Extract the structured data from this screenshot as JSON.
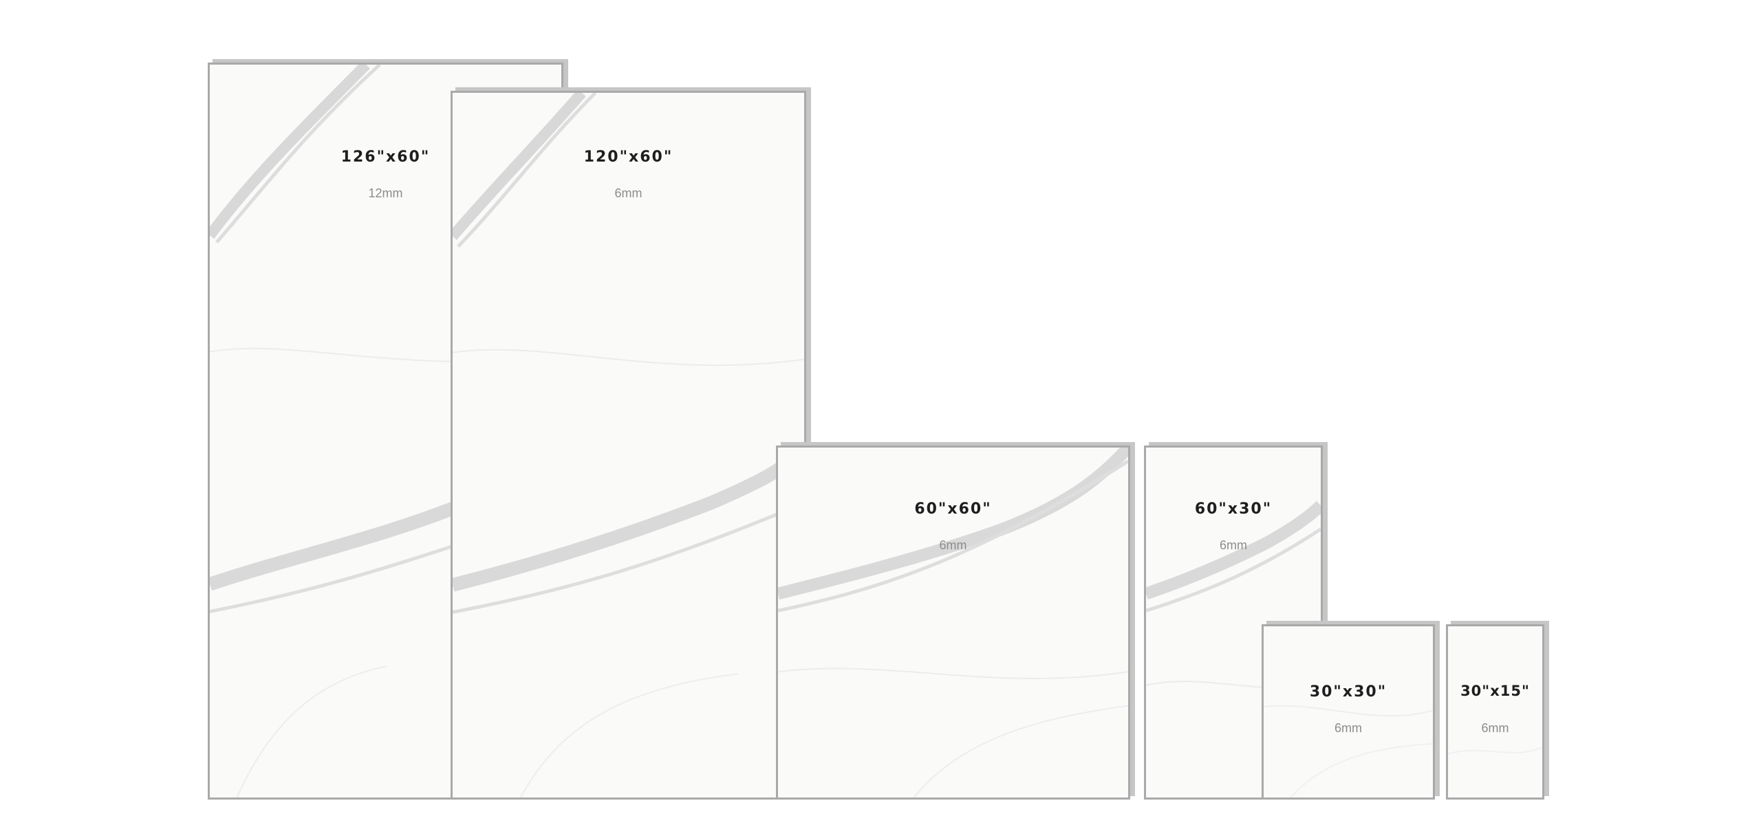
{
  "slabs": [
    {
      "size": "126\"x60\"",
      "thickness": "12mm"
    },
    {
      "size": "120\"x60\"",
      "thickness": "6mm"
    },
    {
      "size": "60\"x60\"",
      "thickness": "6mm"
    },
    {
      "size": "60\"x30\"",
      "thickness": "6mm"
    },
    {
      "size": "30\"x30\"",
      "thickness": "6mm"
    },
    {
      "size": "30\"x15\"",
      "thickness": "6mm"
    }
  ],
  "colors": {
    "slab_surface": "#fafaf9",
    "vein": "#c9c9c9",
    "border": "#a9a9a9",
    "shadow": "#c6c6c6",
    "size_text": "#1e1e1e",
    "thickness_text": "#8c8c8c"
  }
}
